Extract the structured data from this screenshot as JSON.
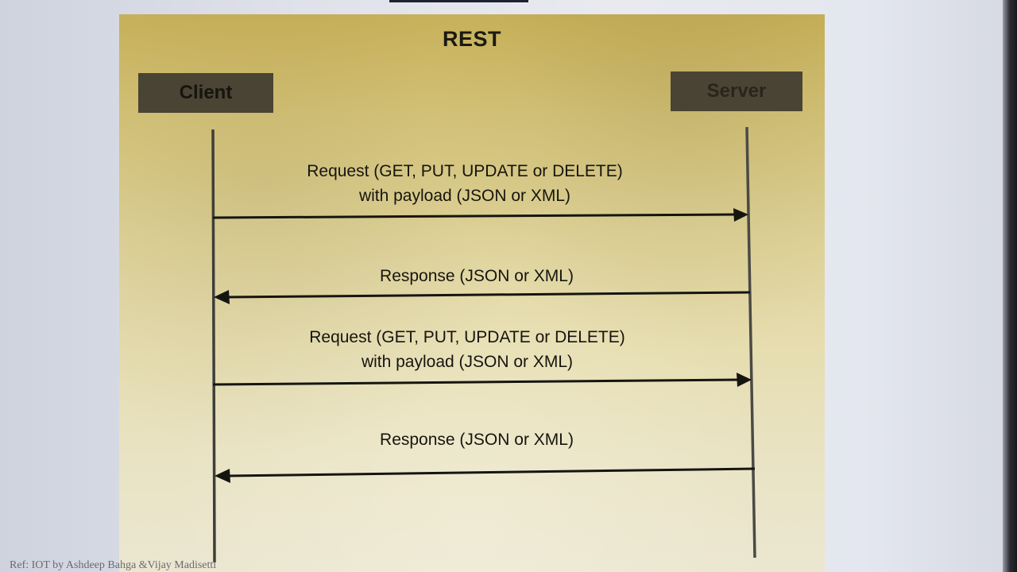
{
  "slide": {
    "title": "REST",
    "actors": {
      "client": "Client",
      "server": "Server"
    },
    "messages": [
      {
        "direction": "client-to-server",
        "line1": "Request (GET, PUT, UPDATE or DELETE)",
        "line2": "with payload (JSON or XML)"
      },
      {
        "direction": "server-to-client",
        "line1": "Response (JSON or XML)",
        "line2": ""
      },
      {
        "direction": "client-to-server",
        "line1": "Request (GET, PUT, UPDATE or DELETE)",
        "line2": "with payload (JSON or XML)"
      },
      {
        "direction": "server-to-client",
        "line1": "Response (JSON or XML)",
        "line2": ""
      }
    ]
  },
  "footer": {
    "reference": "Ref: IOT by Ashdeep Bahga &Vijay Madisetti"
  }
}
